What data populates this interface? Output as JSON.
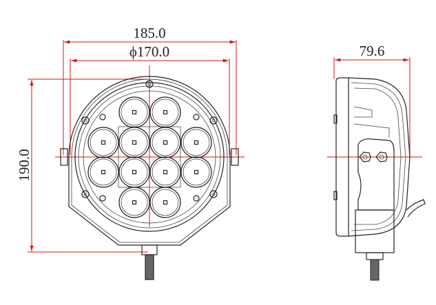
{
  "drawing": {
    "front_view": {
      "width_label": "185.0",
      "diameter_label": "ϕ170.0",
      "height_label": "190.0",
      "led_count": 12
    },
    "side_view": {
      "depth_label": "79.6"
    },
    "colors": {
      "dimension_line": "#e01010",
      "outline": "#222222"
    }
  }
}
